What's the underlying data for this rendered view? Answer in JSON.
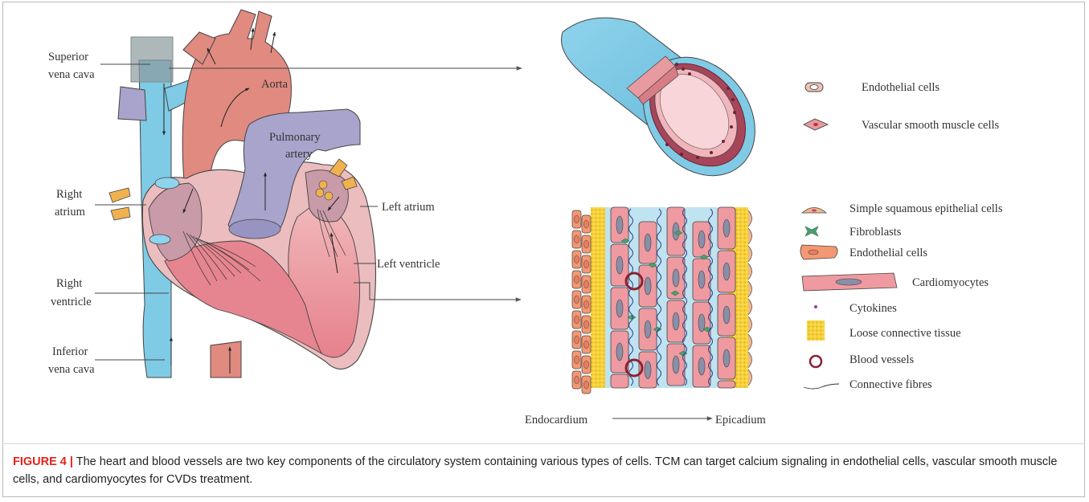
{
  "heart_labels": {
    "superior_vena_cava_1": "Superior",
    "superior_vena_cava_2": "vena cava",
    "aorta": "Aorta",
    "pulmonary_artery_1": "Pulmonary",
    "pulmonary_artery_2": "artery",
    "right_atrium_1": "Right",
    "right_atrium_2": "atrium",
    "left_atrium": "Left atrium",
    "left_ventricle": "Left ventricle",
    "right_ventricle_1": "Right",
    "right_ventricle_2": "ventricle",
    "inferior_vena_cava_1": "Inferior",
    "inferior_vena_cava_2": "vena cava"
  },
  "vessel_legend": [
    {
      "label": "Endothelial cells",
      "icon": "endothelial-cell-icon"
    },
    {
      "label": "Vascular smooth muscle cells",
      "icon": "smooth-muscle-cell-icon"
    }
  ],
  "tissue_legend": [
    {
      "label": "Simple squamous epithelial cells",
      "icon": "squamous-cell-icon"
    },
    {
      "label": "Fibroblasts",
      "icon": "fibroblast-icon"
    },
    {
      "label": "Endothelial cells",
      "icon": "endothelial-cell-icon"
    },
    {
      "label": "Cardiomyocytes",
      "icon": "cardiomyocyte-icon"
    },
    {
      "label": "Cytokines",
      "icon": "cytokine-icon"
    },
    {
      "label": "Loose connective tissue",
      "icon": "connective-tissue-icon"
    },
    {
      "label": "Blood vessels",
      "icon": "blood-vessel-icon"
    },
    {
      "label": "Connective fibres",
      "icon": "fibre-icon"
    }
  ],
  "axis": {
    "start": "Endocardium",
    "end": "Epicadium"
  },
  "caption": {
    "label": "FIGURE 4 |",
    "text": " The heart and blood vessels are two key components of the circulatory system containing various types of cells. TCM can target calcium signaling in endothelial cells, vascular smooth muscle cells, and cardiomyocytes for CVDs treatment."
  },
  "colors": {
    "vein_blue": "#7fcbe6",
    "aorta_red": "#e08a80",
    "pulmonary_purple": "#a8a4cc",
    "heart_pink": "#e9b3b6",
    "myocyte_pink": "#ef9aa0",
    "connective_yellow": "#f6d23a",
    "caption_red": "#e2231a"
  }
}
